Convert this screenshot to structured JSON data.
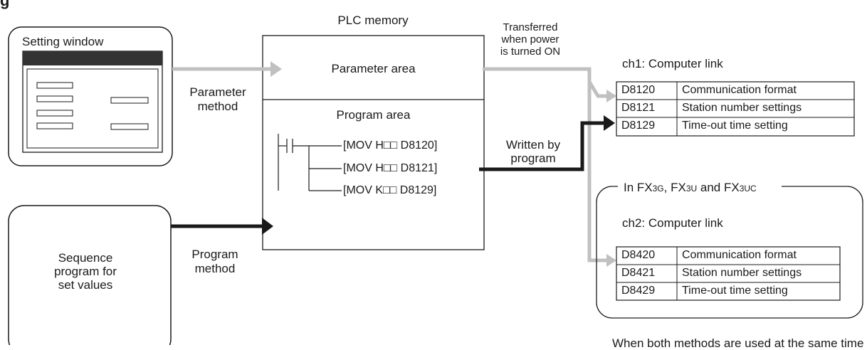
{
  "heading": "g",
  "setting_window": {
    "title": "Setting window"
  },
  "parameter_method": [
    "Parameter",
    "method"
  ],
  "program_method": [
    "Program",
    "method"
  ],
  "sequence_program": [
    "Sequence",
    "program for",
    "set values"
  ],
  "plc": {
    "title": "PLC memory",
    "parameter_area": "Parameter area",
    "program_area": "Program area",
    "instructions": [
      "[MOV H□□ D8120]",
      "[MOV H□□ D8121]",
      "[MOV K□□ D8129]"
    ]
  },
  "transferred": [
    "Transferred",
    "when power",
    "is turned ON"
  ],
  "written": [
    "Written by",
    "program"
  ],
  "ch1": {
    "title": "ch1: Computer link",
    "rows": [
      {
        "reg": "D8120",
        "desc": "Communication format"
      },
      {
        "reg": "D8121",
        "desc": "Station number settings"
      },
      {
        "reg": "D8129",
        "desc": "Time-out time setting"
      }
    ]
  },
  "ch2_group": {
    "label_prefix": "In FX",
    "m1": "3G",
    "sep1": ", FX",
    "m2": "3U",
    "sep2": " and FX",
    "m3": "3UC"
  },
  "ch2": {
    "title": "ch2: Computer link",
    "rows": [
      {
        "reg": "D8420",
        "desc": "Communication format"
      },
      {
        "reg": "D8421",
        "desc": "Station number settings"
      },
      {
        "reg": "D8429",
        "desc": "Time-out time setting"
      }
    ]
  },
  "footer_note": "When both methods are used at the same time",
  "colors": {
    "gray_arrow": "#c0c0c0",
    "black_arrow": "#1a1a1a",
    "window_bar": "#333333"
  }
}
